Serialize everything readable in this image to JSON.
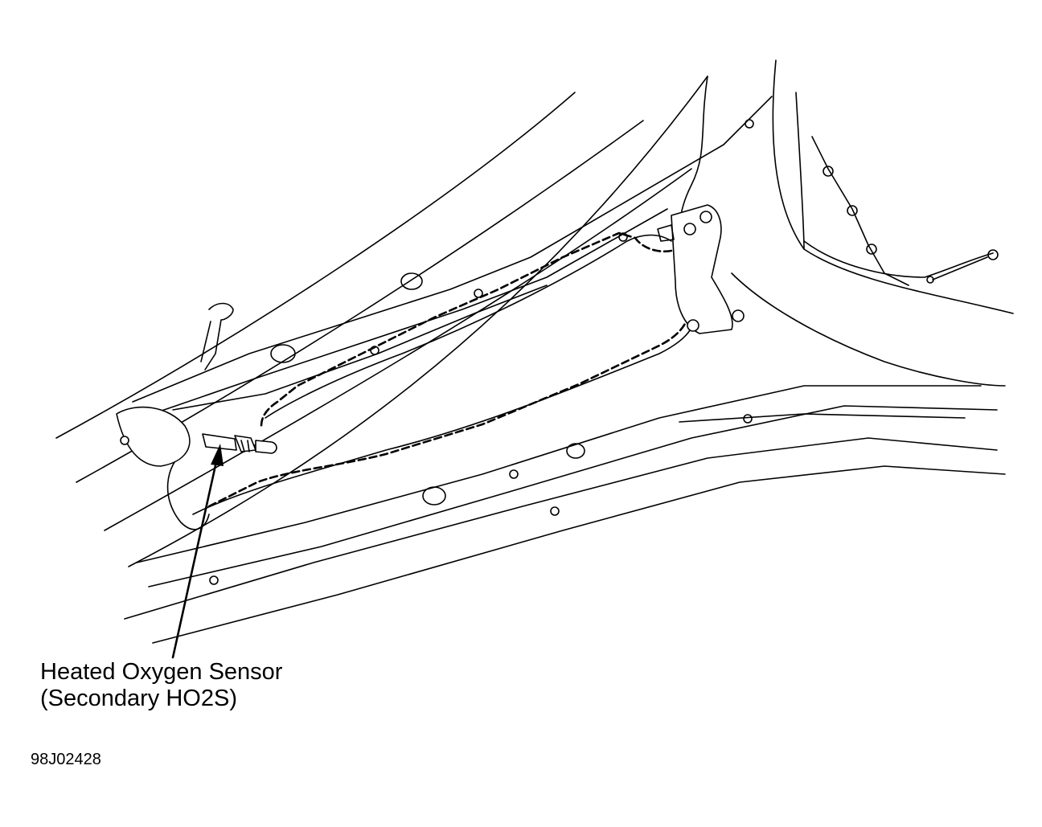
{
  "callout": {
    "line1": "Heated Oxygen Sensor",
    "line2": "(Secondary HO2S)"
  },
  "figure_id": "98J02428",
  "colors": {
    "line": "#000000",
    "background": "#ffffff"
  }
}
